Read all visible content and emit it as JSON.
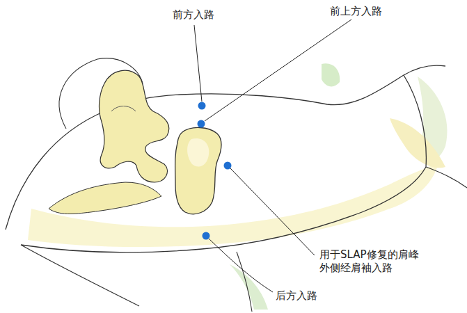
{
  "diagram": {
    "labels": [
      "前方入路",
      "前上方入路",
      "用于SLAP修复的肩峰外侧经肩袖入路",
      "后方入路"
    ]
  }
}
